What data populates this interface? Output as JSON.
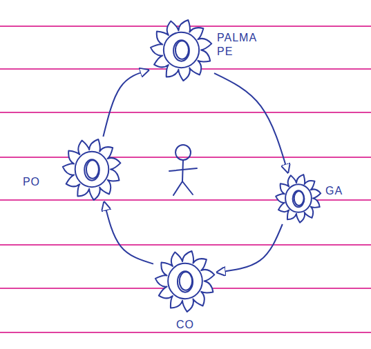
{
  "diagram": {
    "nodes": [
      {
        "text": [
          "PALMA PE"
        ]
      },
      {
        "text": [
          "PO"
        ]
      },
      {
        "text": [
          "GA"
        ]
      },
      {
        "text": [
          "CO"
        ]
      }
    ],
    "edges": [
      {
        "from": 1,
        "to": 0,
        "arrow": "to"
      },
      {
        "from": 0,
        "to": 2,
        "arrow": "to"
      },
      {
        "from": 2,
        "to": 3,
        "arrow": "to"
      },
      {
        "from": 3,
        "to": 1,
        "arrow": "to"
      }
    ]
  }
}
